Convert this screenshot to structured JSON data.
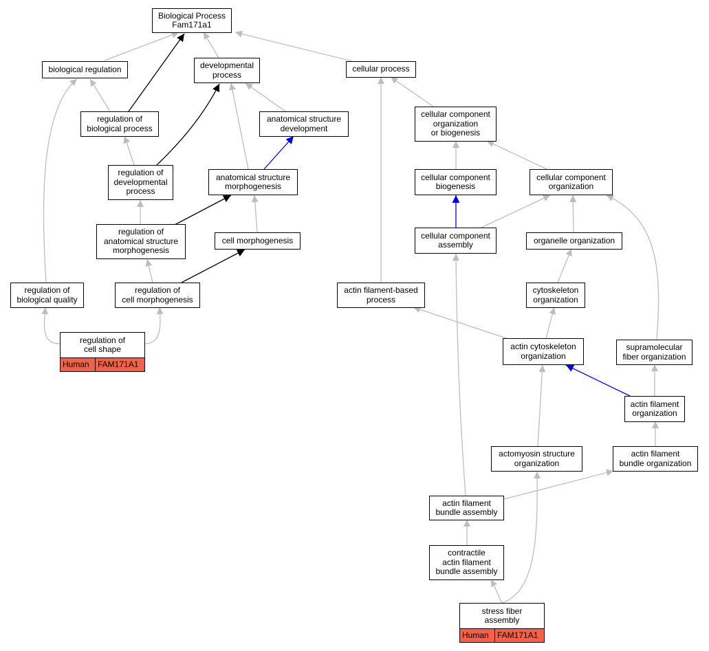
{
  "colors": {
    "grey_edge": "#bdbdbd",
    "black_edge": "#000000",
    "blue_edge": "#0000ee",
    "annotation_fill": "#f46148"
  },
  "nodes": {
    "root": "Biological Process\nFam171a1",
    "bioreg": "biological regulation",
    "devproc": "developmental\nprocess",
    "cellproc": "cellular process",
    "regbio": "regulation of\nbiological process",
    "anatdev": "anatomical structure\ndevelopment",
    "ccob": "cellular component\norganization\nor biogenesis",
    "regdev": "regulation of\ndevelopmental\nprocess",
    "anatmorph": "anatomical structure\nmorphogenesis",
    "ccbio": "cellular component\nbiogenesis",
    "ccorg": "cellular component\norganization",
    "reganat": "regulation of\nanatomical structure\nmorphogenesis",
    "cellmorph": "cell morphogenesis",
    "ccassem": "cellular component\nassembly",
    "organelle": "organelle organization",
    "regqual": "regulation of\nbiological quality",
    "regcellmorph": "regulation of\ncell morphogenesis",
    "actinproc": "actin filament-based\nprocess",
    "cytoorg": "cytoskeleton\norganization",
    "actincyto": "actin cytoskeleton\norganization",
    "supramol": "supramolecular\nfiber organization",
    "actinfil": "actin filament\norganization",
    "actomyo": "actomyosin structure\norganization",
    "bundleorg": "actin filament\nbundle organization",
    "bundleassem": "actin filament\nbundle assembly",
    "contractile": "contractile\nactin filament\nbundle assembly"
  },
  "leaves": {
    "cellshape": {
      "label": "regulation of\ncell shape",
      "species": "Human",
      "gene": "FAM171A1"
    },
    "stressfiber": {
      "label": "stress fiber\nassembly",
      "species": "Human",
      "gene": "FAM171A1"
    }
  }
}
